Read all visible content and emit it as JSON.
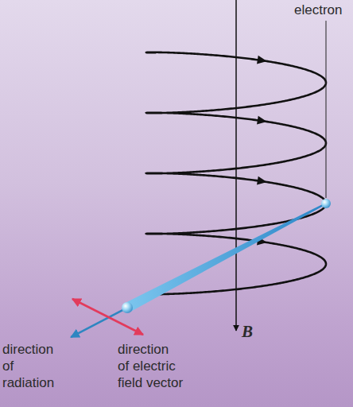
{
  "diagram": {
    "labels": [
      "electron",
      "B",
      "direction of radiation",
      "direction of electric field vector"
    ]
  }
}
